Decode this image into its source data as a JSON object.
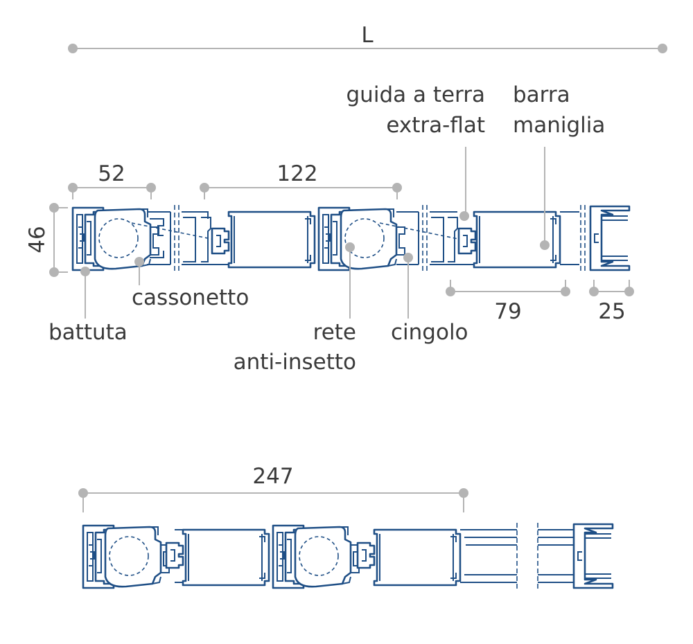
{
  "colors": {
    "profile": "#1f4f86",
    "dimension": "#b4b4b4",
    "text": "#3a3a3a",
    "background": "#ffffff"
  },
  "dimensions": {
    "overall": "L",
    "box_width": "52",
    "module_width": "122",
    "height": "46",
    "handle_bar_width": "79",
    "end_profile_width": "25",
    "compact_width": "247"
  },
  "labels": {
    "ground_guide_line1": "guida a terra",
    "ground_guide_line2": "extra-flat",
    "handle_bar_line1": "barra",
    "handle_bar_line2": "maniglia",
    "box": "cassonetto",
    "stop": "battuta",
    "net_line1": "rete",
    "net_line2": "anti-insetto",
    "belt": "cingolo"
  }
}
